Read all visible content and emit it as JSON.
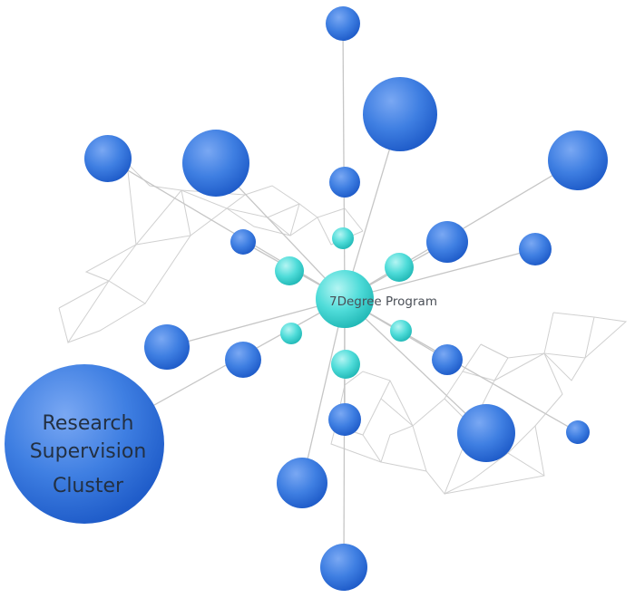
{
  "center_label": "7Degree Program",
  "highlight_label_lines": [
    "Research",
    "Supervision",
    "Cluster"
  ],
  "colors": {
    "blue_node": "#2f6fd8",
    "blue_node_light": "#6d9ef0",
    "teal_node": "#36d1cf",
    "teal_node_light": "#9ff0ee",
    "spoke_line": "#c8c8c8",
    "mesh_line": "#cfcfcf",
    "label_dark": "#233042",
    "center_label": "#4a4f57"
  },
  "icon": "network-diagram"
}
